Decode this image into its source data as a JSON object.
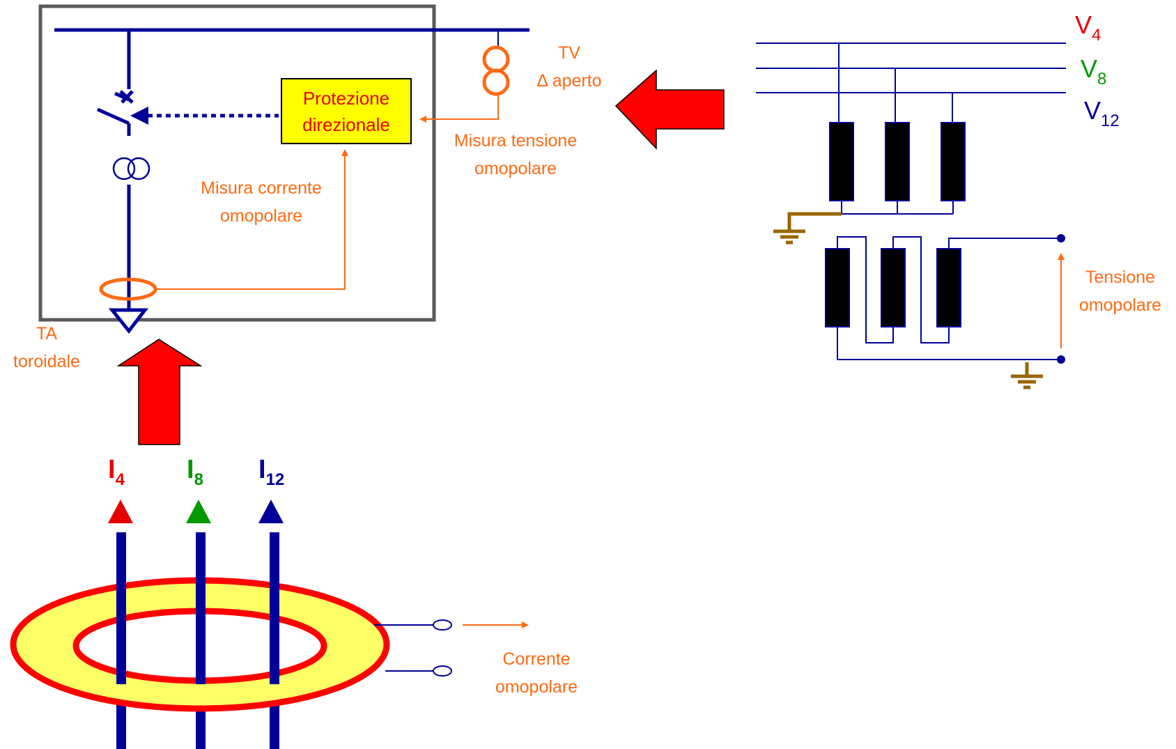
{
  "labels": {
    "protezione": [
      "Protezione",
      "direzionale"
    ],
    "tv": [
      "TV",
      "Δ aperto"
    ],
    "misura_tensione": [
      "Misura tensione",
      "omopolare"
    ],
    "misura_corrente": [
      "Misura corrente",
      "omopolare"
    ],
    "ta_toroidale": [
      "TA",
      "toroidale"
    ],
    "tensione_omopolare": [
      "Tensione",
      "omopolare"
    ],
    "corrente_omopolare": [
      "Corrente",
      "omopolare"
    ]
  },
  "voltages": [
    {
      "sym": "V",
      "sub": "4",
      "color": "#e60000"
    },
    {
      "sym": "V",
      "sub": "8",
      "color": "#009900"
    },
    {
      "sym": "V",
      "sub": "12",
      "color": "#000099"
    }
  ],
  "currents": [
    {
      "sym": "I",
      "sub": "4",
      "color": "#e60000"
    },
    {
      "sym": "I",
      "sub": "8",
      "color": "#009900"
    },
    {
      "sym": "I",
      "sub": "12",
      "color": "#000099"
    }
  ],
  "colors": {
    "line_blue": "#000099",
    "annotation_orange": "#ff6a13",
    "big_arrow_red": "#ff0000",
    "box_gray": "#5a5a5a",
    "protection_fill": "#ffff00",
    "ground_brown": "#996600",
    "toroid_fill": "#ffff66"
  }
}
